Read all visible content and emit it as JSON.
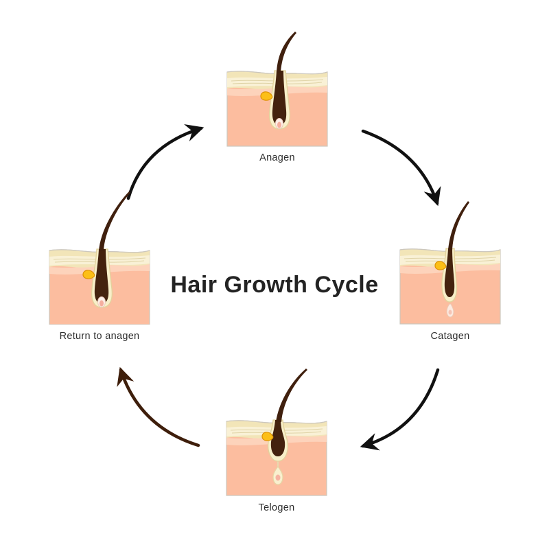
{
  "title": "Hair Growth Cycle",
  "stages": {
    "anagen": {
      "label": "Anagen"
    },
    "catagen": {
      "label": "Catagen"
    },
    "telogen": {
      "label": "Telogen"
    },
    "return_to_anagen": {
      "label": "Return to anagen"
    }
  },
  "cycle_order": [
    "Anagen",
    "Catagen",
    "Telogen",
    "Return to anagen"
  ],
  "connections": [
    {
      "from": "Return to anagen",
      "to": "Anagen",
      "arrow_color": "#111111"
    },
    {
      "from": "Anagen",
      "to": "Catagen",
      "arrow_color": "#111111"
    },
    {
      "from": "Catagen",
      "to": "Telogen",
      "arrow_color": "#111111"
    },
    {
      "from": "Telogen",
      "to": "Return to anagen",
      "arrow_color": "#3e1e0b"
    }
  ],
  "colors": {
    "background": "#ffffff",
    "title_text": "#232323",
    "label_text": "#2e2e2e",
    "arrow_black": "#111111",
    "arrow_brown": "#3e1e0b",
    "skin_dermis_pink": "#fcbd9f",
    "skin_under_epidermis_pink": "#fdd3bb",
    "epidermis_cream": "#f2e5b8",
    "epidermis_light_cream": "#f9f1d6",
    "epidermis_texture_line": "#dfd3a6",
    "block_outline": "#ccc7bd",
    "hair_dark_brown": "#44220e",
    "follicle_sheath_cream": "#f8efc9",
    "sheath_outline": "#e2d29c",
    "sebaceous_gland_yellow": "#fcbf17",
    "sebaceous_gland_outline": "#de9204",
    "dermal_papilla_pink": "#f5ae9e",
    "dermal_papilla_light": "#fceee7"
  }
}
